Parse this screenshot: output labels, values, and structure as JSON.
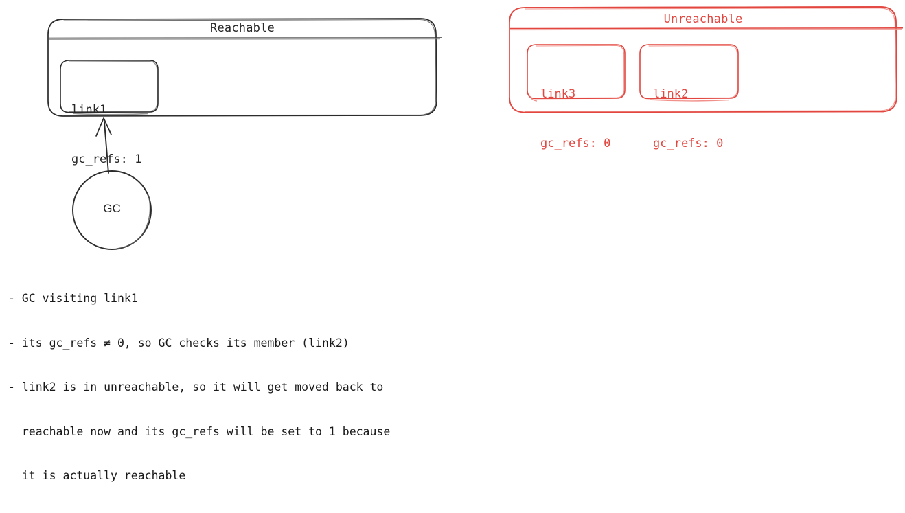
{
  "diagram": {
    "title_colors": {
      "reachable": "#262626",
      "unreachable": "#e2463f"
    },
    "groups": [
      {
        "id": "reachable",
        "title": "Reachable",
        "color": "#262626",
        "nodes": [
          {
            "id": "link1",
            "name": "link1",
            "gc_refs_label": "gc_refs: 1",
            "gc_refs": 1
          }
        ]
      },
      {
        "id": "unreachable",
        "title": "Unreachable",
        "color": "#e2463f",
        "nodes": [
          {
            "id": "link3",
            "name": "link3",
            "gc_refs_label": "gc_refs: 0",
            "gc_refs": 0
          },
          {
            "id": "link2",
            "name": "link2",
            "gc_refs_label": "gc_refs: 0",
            "gc_refs": 0
          }
        ]
      }
    ],
    "actor": {
      "id": "gc",
      "label": "GC",
      "edge_target": "link1"
    }
  },
  "notes": {
    "lines": [
      "- GC visiting link1",
      "- its gc_refs ≠ 0, so GC checks its member (link2)",
      "- link2 is in unreachable, so it will get moved back to",
      "  reachable now and its gc_refs will be set to 1 because",
      "  it is actually reachable"
    ]
  }
}
